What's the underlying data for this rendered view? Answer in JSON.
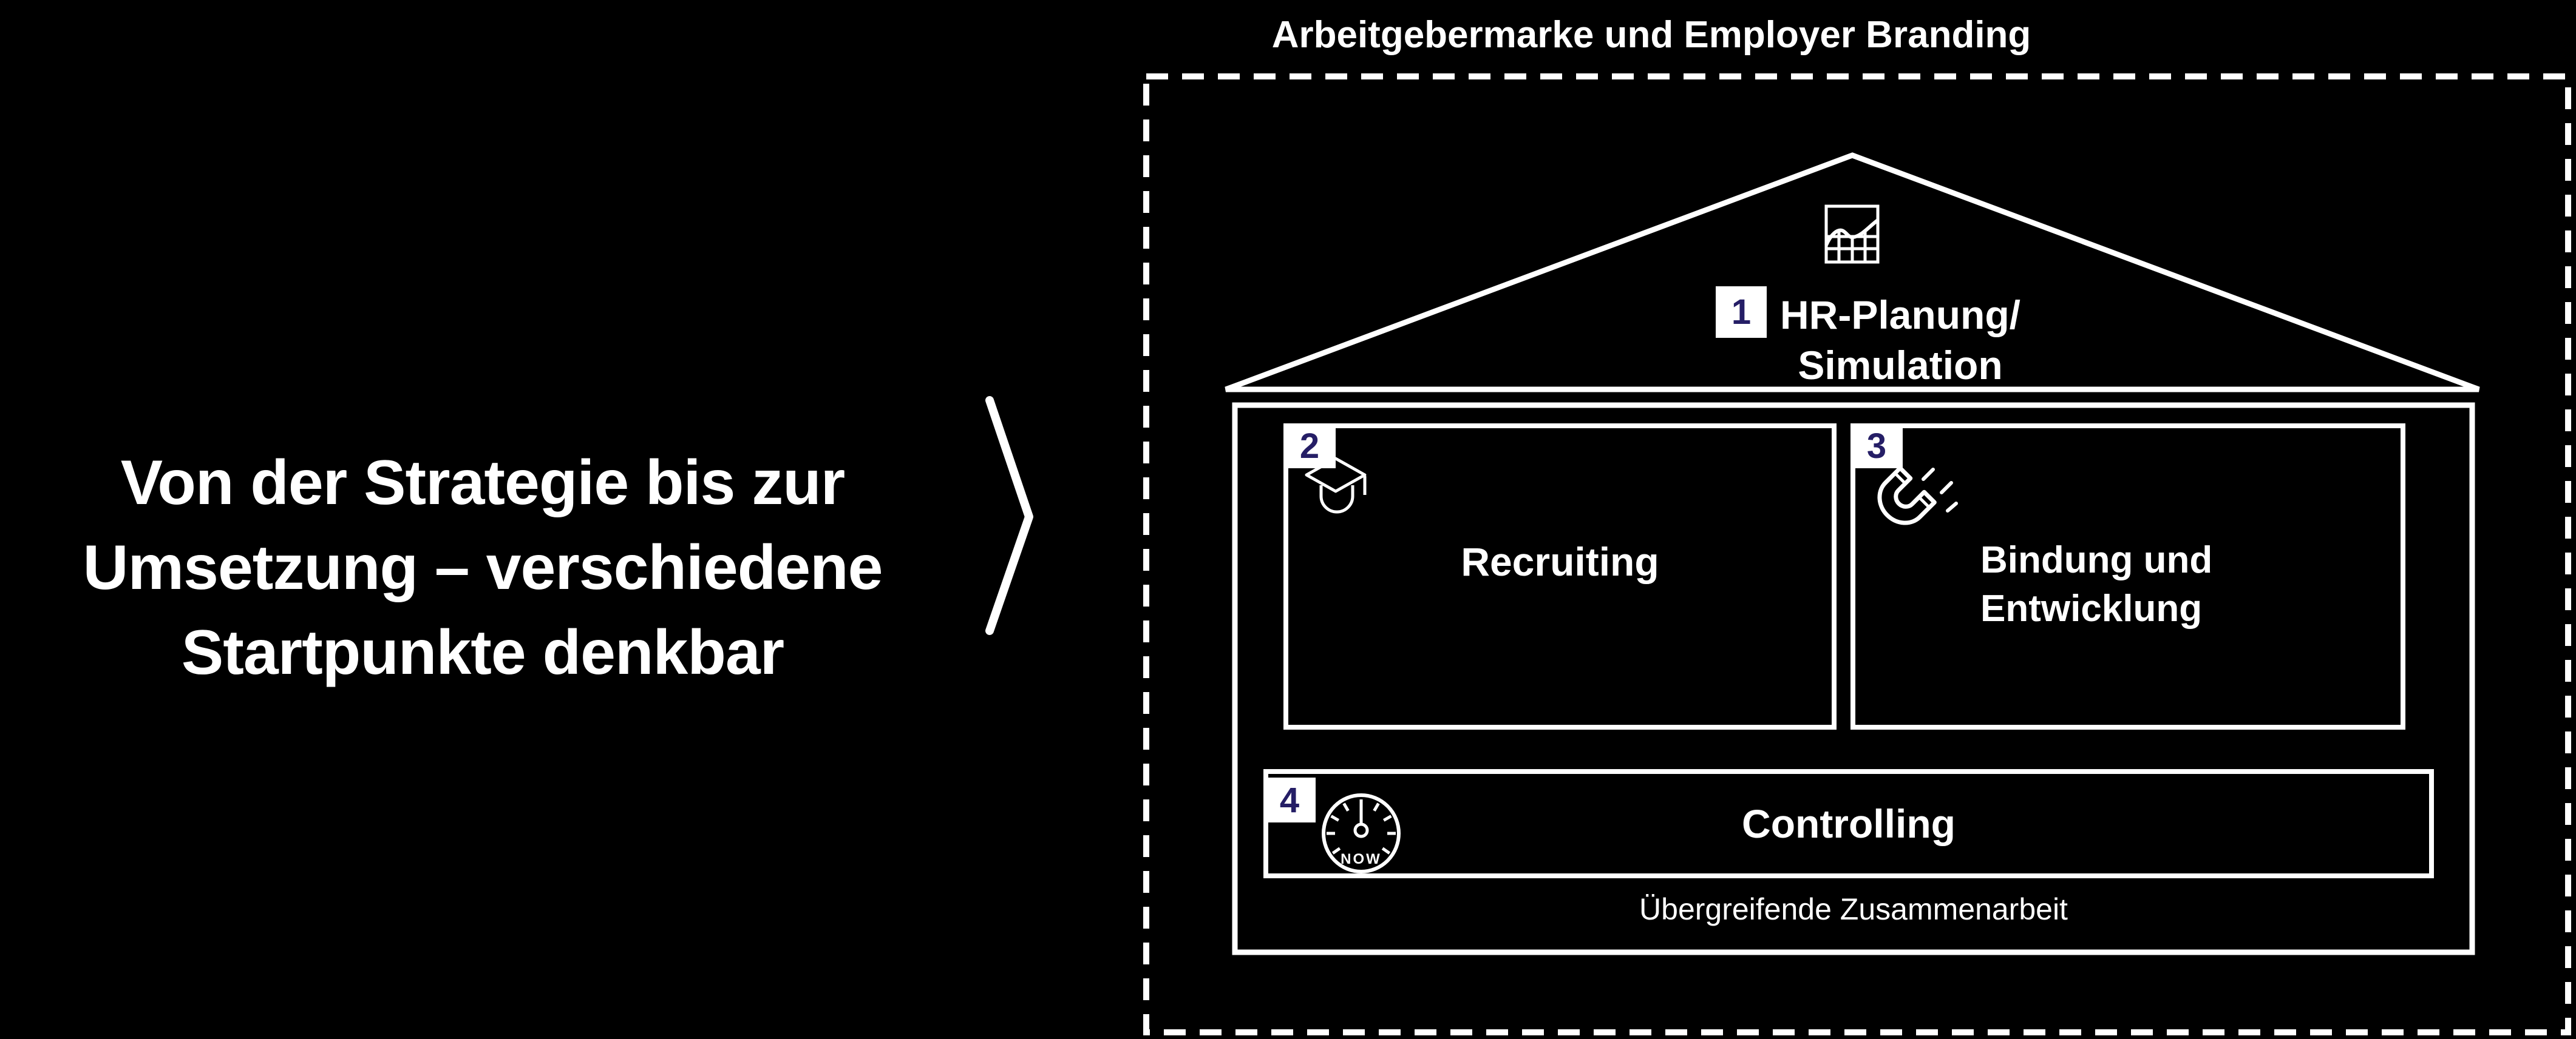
{
  "slide": {
    "background_color": "#000000",
    "text_color": "#ffffff",
    "badge_number_color": "#251e66",
    "badge_background_color": "#ffffff",
    "headline_lines": [
      "Von der Strategie bis zur",
      "Umsetzung – verschiedene",
      "Startpunkte denkbar"
    ]
  },
  "frame": {
    "title": "Arbeitgebermarke und Employer Branding"
  },
  "house": {
    "roof": {
      "number": "1",
      "label_lines": [
        "HR-Planung/",
        "Simulation"
      ],
      "icon": "chart-growth-icon"
    },
    "rooms": [
      {
        "number": "2",
        "label": "Recruiting",
        "icon": "graduation-cap-icon"
      },
      {
        "number": "3",
        "label_lines": [
          "Bindung und",
          "Entwicklung"
        ],
        "icon": "magnet-icon"
      }
    ],
    "base": {
      "number": "4",
      "label": "Controlling",
      "icon": "gauge-icon",
      "gauge_label": "NOW"
    },
    "footer": "Übergreifende Zusammenarbeit"
  }
}
